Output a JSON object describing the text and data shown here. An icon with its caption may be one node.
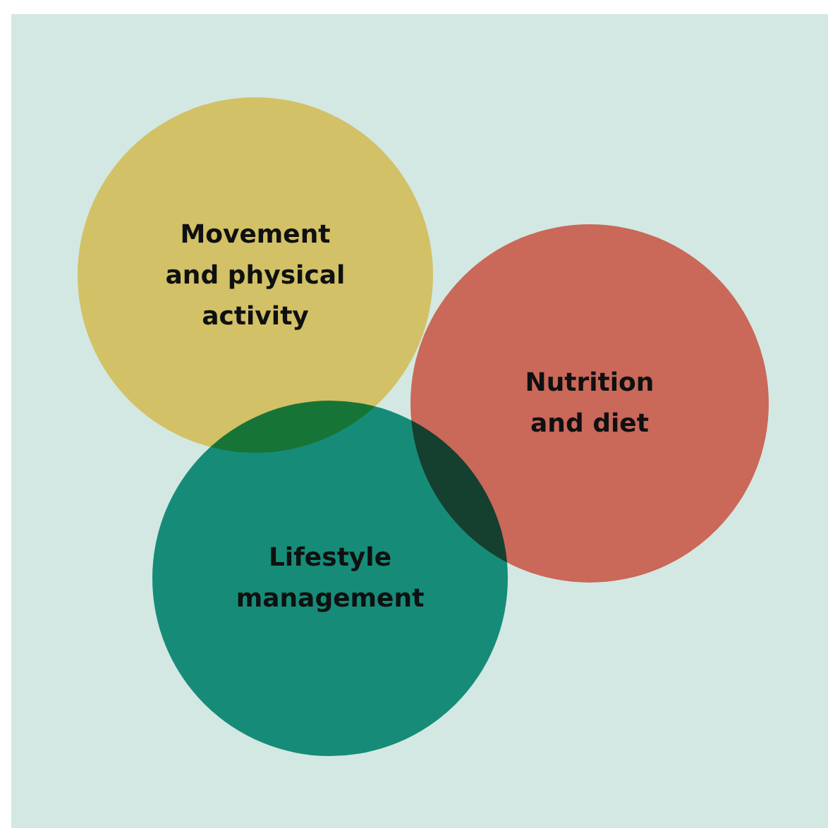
{
  "diagram": {
    "nodes": [
      {
        "text": [
          "Movement and physical activity"
        ]
      },
      {
        "text": [
          "Nutrition and diet"
        ]
      },
      {
        "text": [
          "Lifestyle management"
        ]
      }
    ]
  }
}
